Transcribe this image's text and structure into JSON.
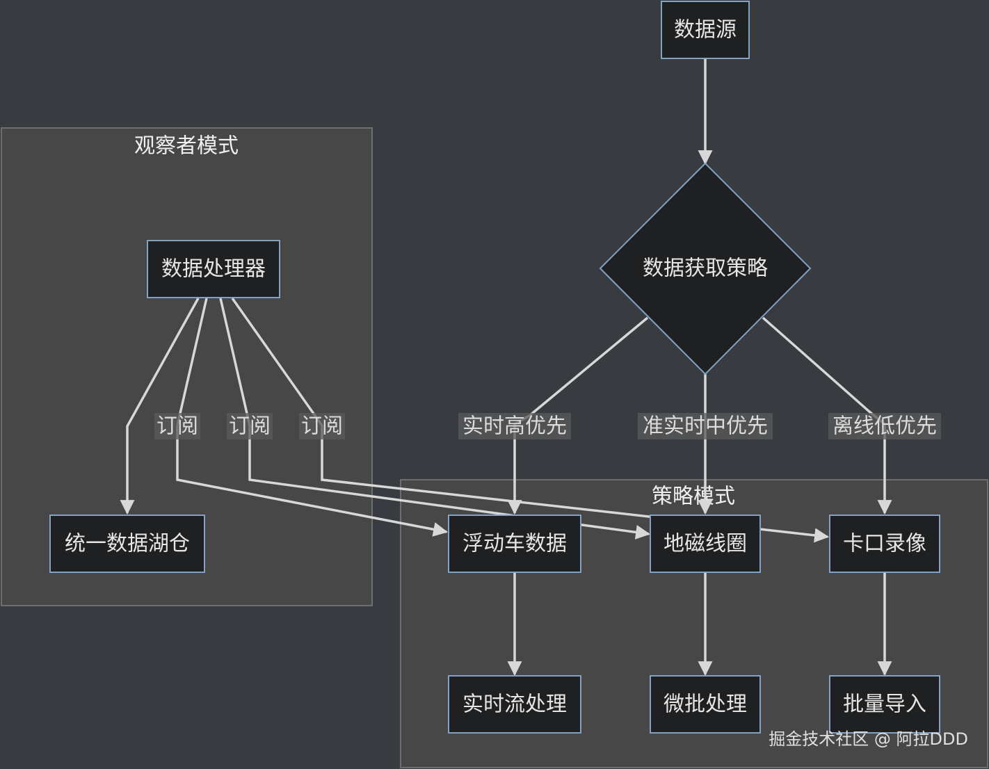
{
  "clusters": {
    "observer": {
      "label": "观察者模式"
    },
    "strategy": {
      "label": "策略模式"
    }
  },
  "nodes": {
    "source": "数据源",
    "decision": "数据获取策略",
    "processor": "数据处理器",
    "lake": "统一数据湖仓",
    "floating_car": "浮动车数据",
    "loop": "地磁线圈",
    "checkpoint": "卡口录像",
    "realtime": "实时流处理",
    "micro_batch": "微批处理",
    "batch_import": "批量导入"
  },
  "edge_labels": {
    "subscribe": "订阅",
    "high": "实时高优先",
    "mid": "准实时中优先",
    "low": "离线低优先"
  },
  "colors": {
    "background": "#383c41",
    "cluster_fill": "#474747",
    "node_fill": "#1f2021",
    "node_border": "#84a2c4",
    "edge": "#d8d8d8"
  },
  "watermark": "掘金技术社区 @ 阿拉DDD"
}
